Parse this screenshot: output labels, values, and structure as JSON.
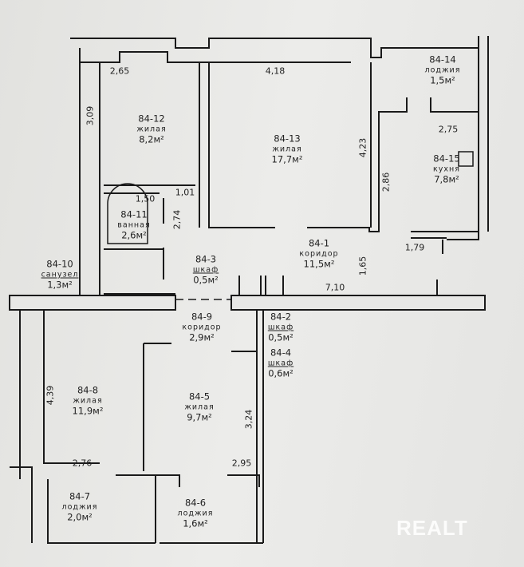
{
  "rooms": [
    {
      "id": "84-14",
      "name": "лоджия",
      "area": "1,5м²"
    },
    {
      "id": "84-12",
      "name": "жилая",
      "area": "8,2м²"
    },
    {
      "id": "84-13",
      "name": "жилая",
      "area": "17,7м²"
    },
    {
      "id": "84-15",
      "name": "кухня",
      "area": "7,8м²"
    },
    {
      "id": "84-11",
      "name": "ванная",
      "area": "2,6м²"
    },
    {
      "id": "84-1",
      "name": "коридор",
      "area": "11,5м²"
    },
    {
      "id": "84-10",
      "name": "санузел",
      "area": "1,3м²"
    },
    {
      "id": "84-3",
      "name": "шкаф",
      "area": "0,5м²"
    },
    {
      "id": "84-9",
      "name": "коридор",
      "area": "2,9м²"
    },
    {
      "id": "84-2",
      "name": "шкаф",
      "area": "0,5м²"
    },
    {
      "id": "84-4",
      "name": "шкаф",
      "area": "0,6м²"
    },
    {
      "id": "84-8",
      "name": "жилая",
      "area": "11,9м²"
    },
    {
      "id": "84-5",
      "name": "жилая",
      "area": "9,7м²"
    },
    {
      "id": "84-7",
      "name": "лоджия",
      "area": "2,0м²"
    },
    {
      "id": "84-6",
      "name": "лоджия",
      "area": "1,6м²"
    }
  ],
  "dimensions": [
    "2,65",
    "4,18",
    "3,09",
    "4,23",
    "2,75",
    "2,86",
    "1,01",
    "1,50",
    "2,74",
    "1,79",
    "1,65",
    "7,10",
    "4,39",
    "3,24",
    "2,76",
    "2,95"
  ],
  "watermark": "REALT"
}
